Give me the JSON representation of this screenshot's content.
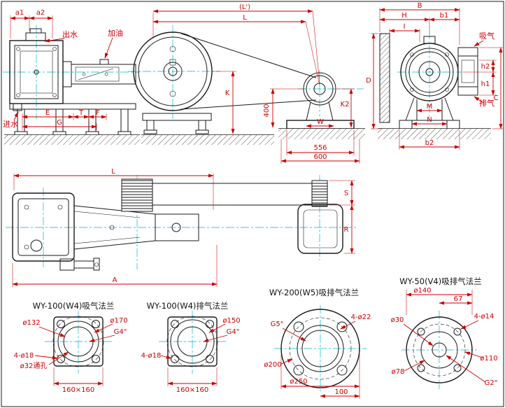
{
  "colors": {
    "dimension": "#cc0000",
    "line": "#1a1a1a",
    "centerline": "#00b7c9",
    "background": "#ffffff"
  },
  "side_view": {
    "a1": "a1",
    "a2": "a2",
    "water_outlet": "出水",
    "oil_fill": "加油",
    "water_inlet": "进水",
    "E": "E",
    "T": "T",
    "F": "F",
    "G": "G"
  },
  "front_view": {
    "L_overall": "(L')",
    "L": "L",
    "K": "K",
    "K2": "K2",
    "height_400": "400",
    "W": "W",
    "base_556": "556",
    "base_600": "600"
  },
  "end_view": {
    "B": "B",
    "H": "H",
    "b1": "b1",
    "I": "I",
    "D": "D",
    "suction": "吸气",
    "h2": "h2",
    "h1": "h1",
    "C": "C",
    "exhaust": "排气",
    "M": "M",
    "N": "N",
    "b2": "b2"
  },
  "plan_view": {
    "L": "L",
    "A": "A",
    "S": "S",
    "R": "R"
  },
  "flanges": [
    {
      "title": "WY-100(W4)吸气法兰",
      "bore": "ø132",
      "bolt_circle": "ø170",
      "thread": "G4\"",
      "bolt_holes": "4-ø18",
      "through_hole": "ø32通孔",
      "outline": "160×160"
    },
    {
      "title": "WY-100(W4)排气法兰",
      "bore": "ø150",
      "thread": "G4\"",
      "bolt_holes": "4-ø18",
      "outline": "160×160"
    },
    {
      "title": "WY-200(W5)吸排气法兰",
      "thread": "G5\"",
      "bolt_holes": "4-ø22",
      "bolt_circle": "ø200",
      "outer": "ø250",
      "depth": "100"
    },
    {
      "title": "WY-50(V4)吸排气法兰",
      "outer": "ø140",
      "offset_67": "67",
      "bore": "ø30",
      "bolt_holes": "4-ø14",
      "bolt_circle": "ø110",
      "spigot": "ø78",
      "thread": "G2\""
    }
  ]
}
